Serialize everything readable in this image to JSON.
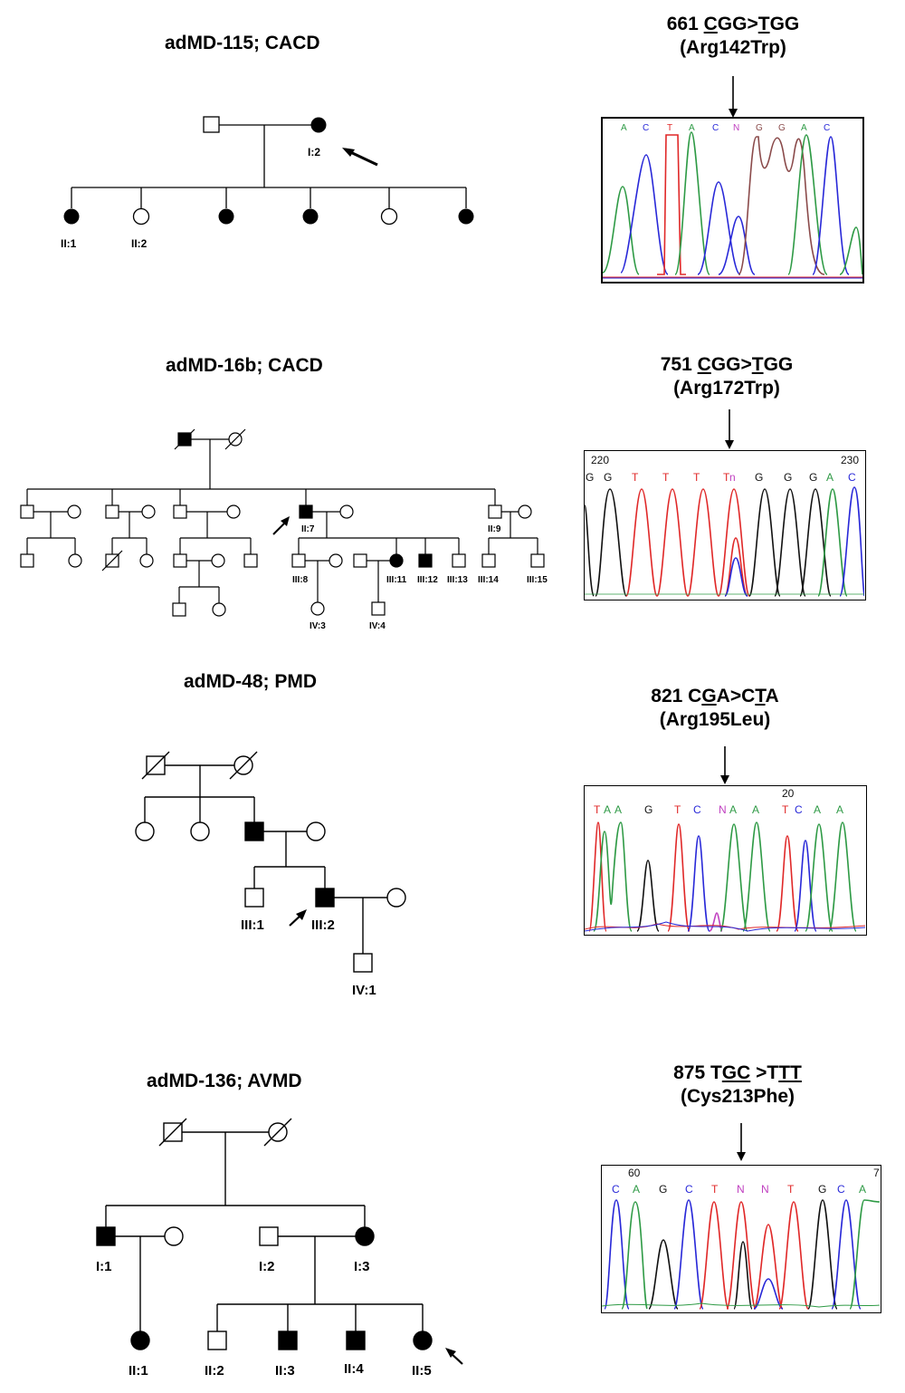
{
  "families": [
    {
      "title": "adMD-115; CACD",
      "mutation_line1": [
        "661 ",
        "C",
        "GG>",
        "T",
        "GG"
      ],
      "mutation_line2": "(Arg142Trp)",
      "labels": {
        "proband": "I:2",
        "c1": "II:1",
        "c2": "II:2"
      },
      "chromatogram": {
        "bases": [
          "A",
          "C",
          "T",
          "A",
          "C",
          "N",
          "G",
          "G",
          "A",
          "C"
        ],
        "positions": []
      }
    },
    {
      "title": "adMD-16b; CACD",
      "mutation_line1": [
        "751 ",
        "C",
        "GG>",
        "T",
        "GG"
      ],
      "mutation_line2": "(Arg172Trp)",
      "labels": {
        "proband": "II:7",
        "ii9": "II:9",
        "iii8": "III:8",
        "iii11": "III:11",
        "iii12": "III:12",
        "iii13": "III:13",
        "iii14": "III:14",
        "iii15": "III:15",
        "iv3": "IV:3",
        "iv4": "IV:4"
      },
      "chromatogram": {
        "bases": [
          "G",
          "G",
          "T",
          "T",
          "T",
          "T",
          "n",
          "G",
          "G",
          "G",
          "A",
          "C"
        ],
        "positions": [
          "220",
          "230"
        ]
      }
    },
    {
      "title": "adMD-48; PMD",
      "mutation_line1": [
        "821 C",
        "G",
        "A>C",
        "T",
        "A"
      ],
      "mutation_line2": "(Arg195Leu)",
      "labels": {
        "iii1": "III:1",
        "proband": "III:2",
        "iv1": "IV:1"
      },
      "chromatogram": {
        "bases": [
          "T",
          "A",
          "A",
          "G",
          "T",
          "C",
          "N",
          "A",
          "A",
          "T",
          "C",
          "A",
          "A"
        ],
        "positions": [
          "20"
        ]
      }
    },
    {
      "title": "adMD-136; AVMD",
      "mutation_line1": [
        "875 T",
        "GC",
        " >T",
        "TT",
        ""
      ],
      "mutation_line2": "(Cys213Phe)",
      "labels": {
        "i1": "I:1",
        "i2": "I:2",
        "i3": "I:3",
        "ii1": "II:1",
        "ii2": "II:2",
        "ii3": "II:3",
        "ii4": "II:4",
        "proband": "II:5"
      },
      "chromatogram": {
        "bases": [
          "C",
          "A",
          "G",
          "C",
          "T",
          "N",
          "N",
          "T",
          "G",
          "C",
          "A"
        ],
        "positions": [
          "60",
          "7"
        ]
      }
    }
  ],
  "colors": {
    "A": "#2e9a45",
    "C": "#2828d8",
    "G": "#111111",
    "T": "#e02828",
    "N": "#c040c0"
  }
}
